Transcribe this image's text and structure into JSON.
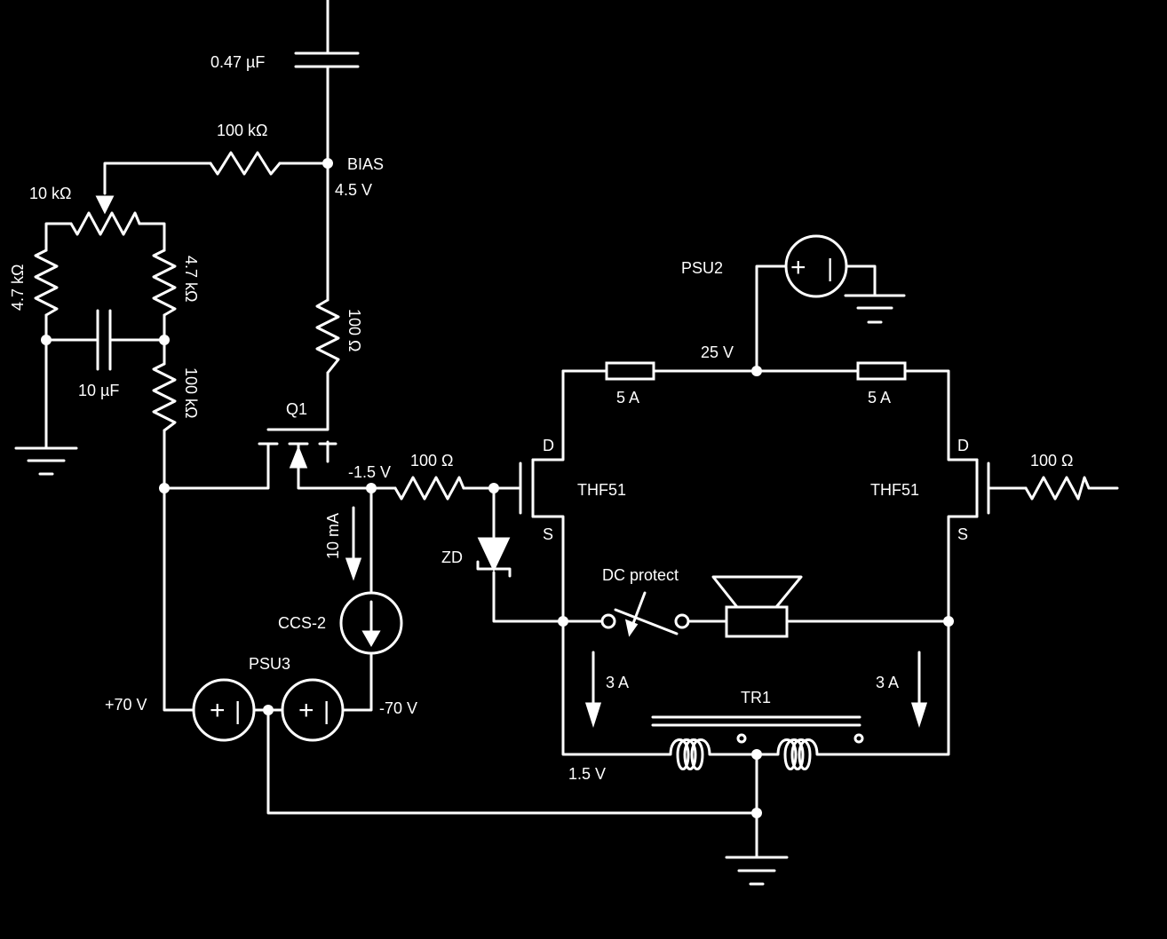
{
  "colors": {
    "background": "#000000",
    "ink": "#ffffff"
  },
  "labels": {
    "cap_input": "0.47 µF",
    "r_bias_feed": "100 kΩ",
    "bias_node": "BIAS",
    "bias_voltage": "4.5 V",
    "pot": "10 kΩ",
    "r_left": "4.7 kΩ",
    "r_right": "4.7 kΩ",
    "cap_bypass": "10 µF",
    "r_lower": "100 kΩ",
    "r_drain_q1": "100 Ω",
    "q1": "Q1",
    "node_minus15": "-1.5 V",
    "r_gate": "100 Ω",
    "ccs_current": "10 mA",
    "ccs": "CCS-2",
    "psu3": "PSU3",
    "plus70": "+70 V",
    "minus70": "-70 V",
    "zener": "ZD",
    "psu2": "PSU2",
    "rail_25v": "25 V",
    "fuse_left": "5 A",
    "fuse_right": "5 A",
    "drain_left": "D",
    "drain_right": "D",
    "source_left": "S",
    "source_right": "S",
    "mosfet_left": "THF51",
    "mosfet_right": "THF51",
    "r_gate_right": "100 Ω",
    "dc_protect": "DC protect",
    "current_left": "3 A",
    "current_right": "3 A",
    "transformer": "TR1",
    "node_15v": "1.5 V",
    "psu_plus": "+",
    "psu_minus": "|"
  }
}
